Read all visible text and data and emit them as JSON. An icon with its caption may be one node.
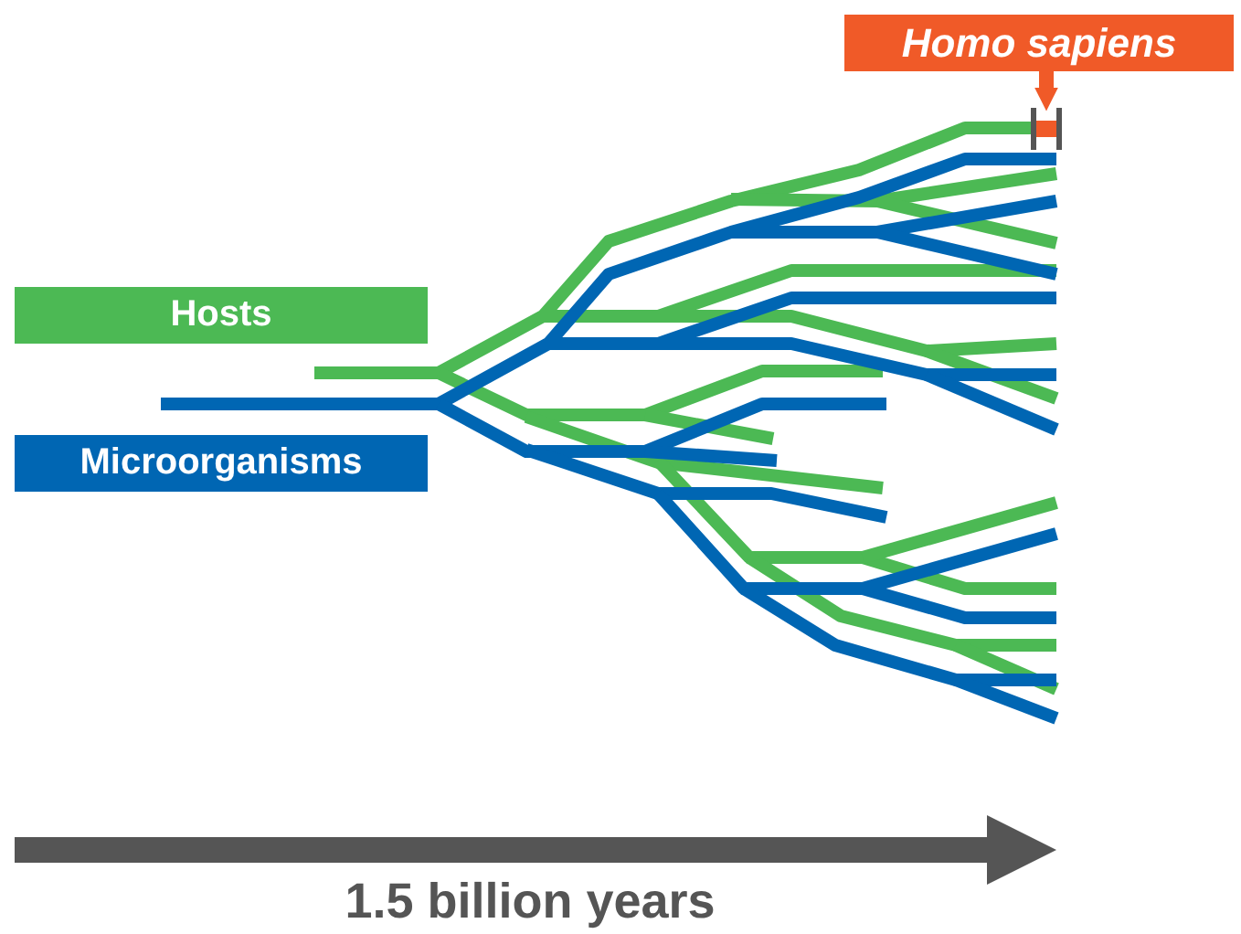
{
  "diagram": {
    "nodes": [
      {
        "text": [
          "Hosts"
        ]
      },
      {
        "text": [
          "Microorganisms"
        ]
      },
      {
        "text": [
          "Homo sapiens"
        ]
      },
      {
        "text": [],
        "shape": "bar"
      }
    ],
    "edges": [
      {
        "from": 2,
        "to": 3,
        "arrow": "to"
      }
    ],
    "labels": [
      "1.5 billion years"
    ]
  }
}
